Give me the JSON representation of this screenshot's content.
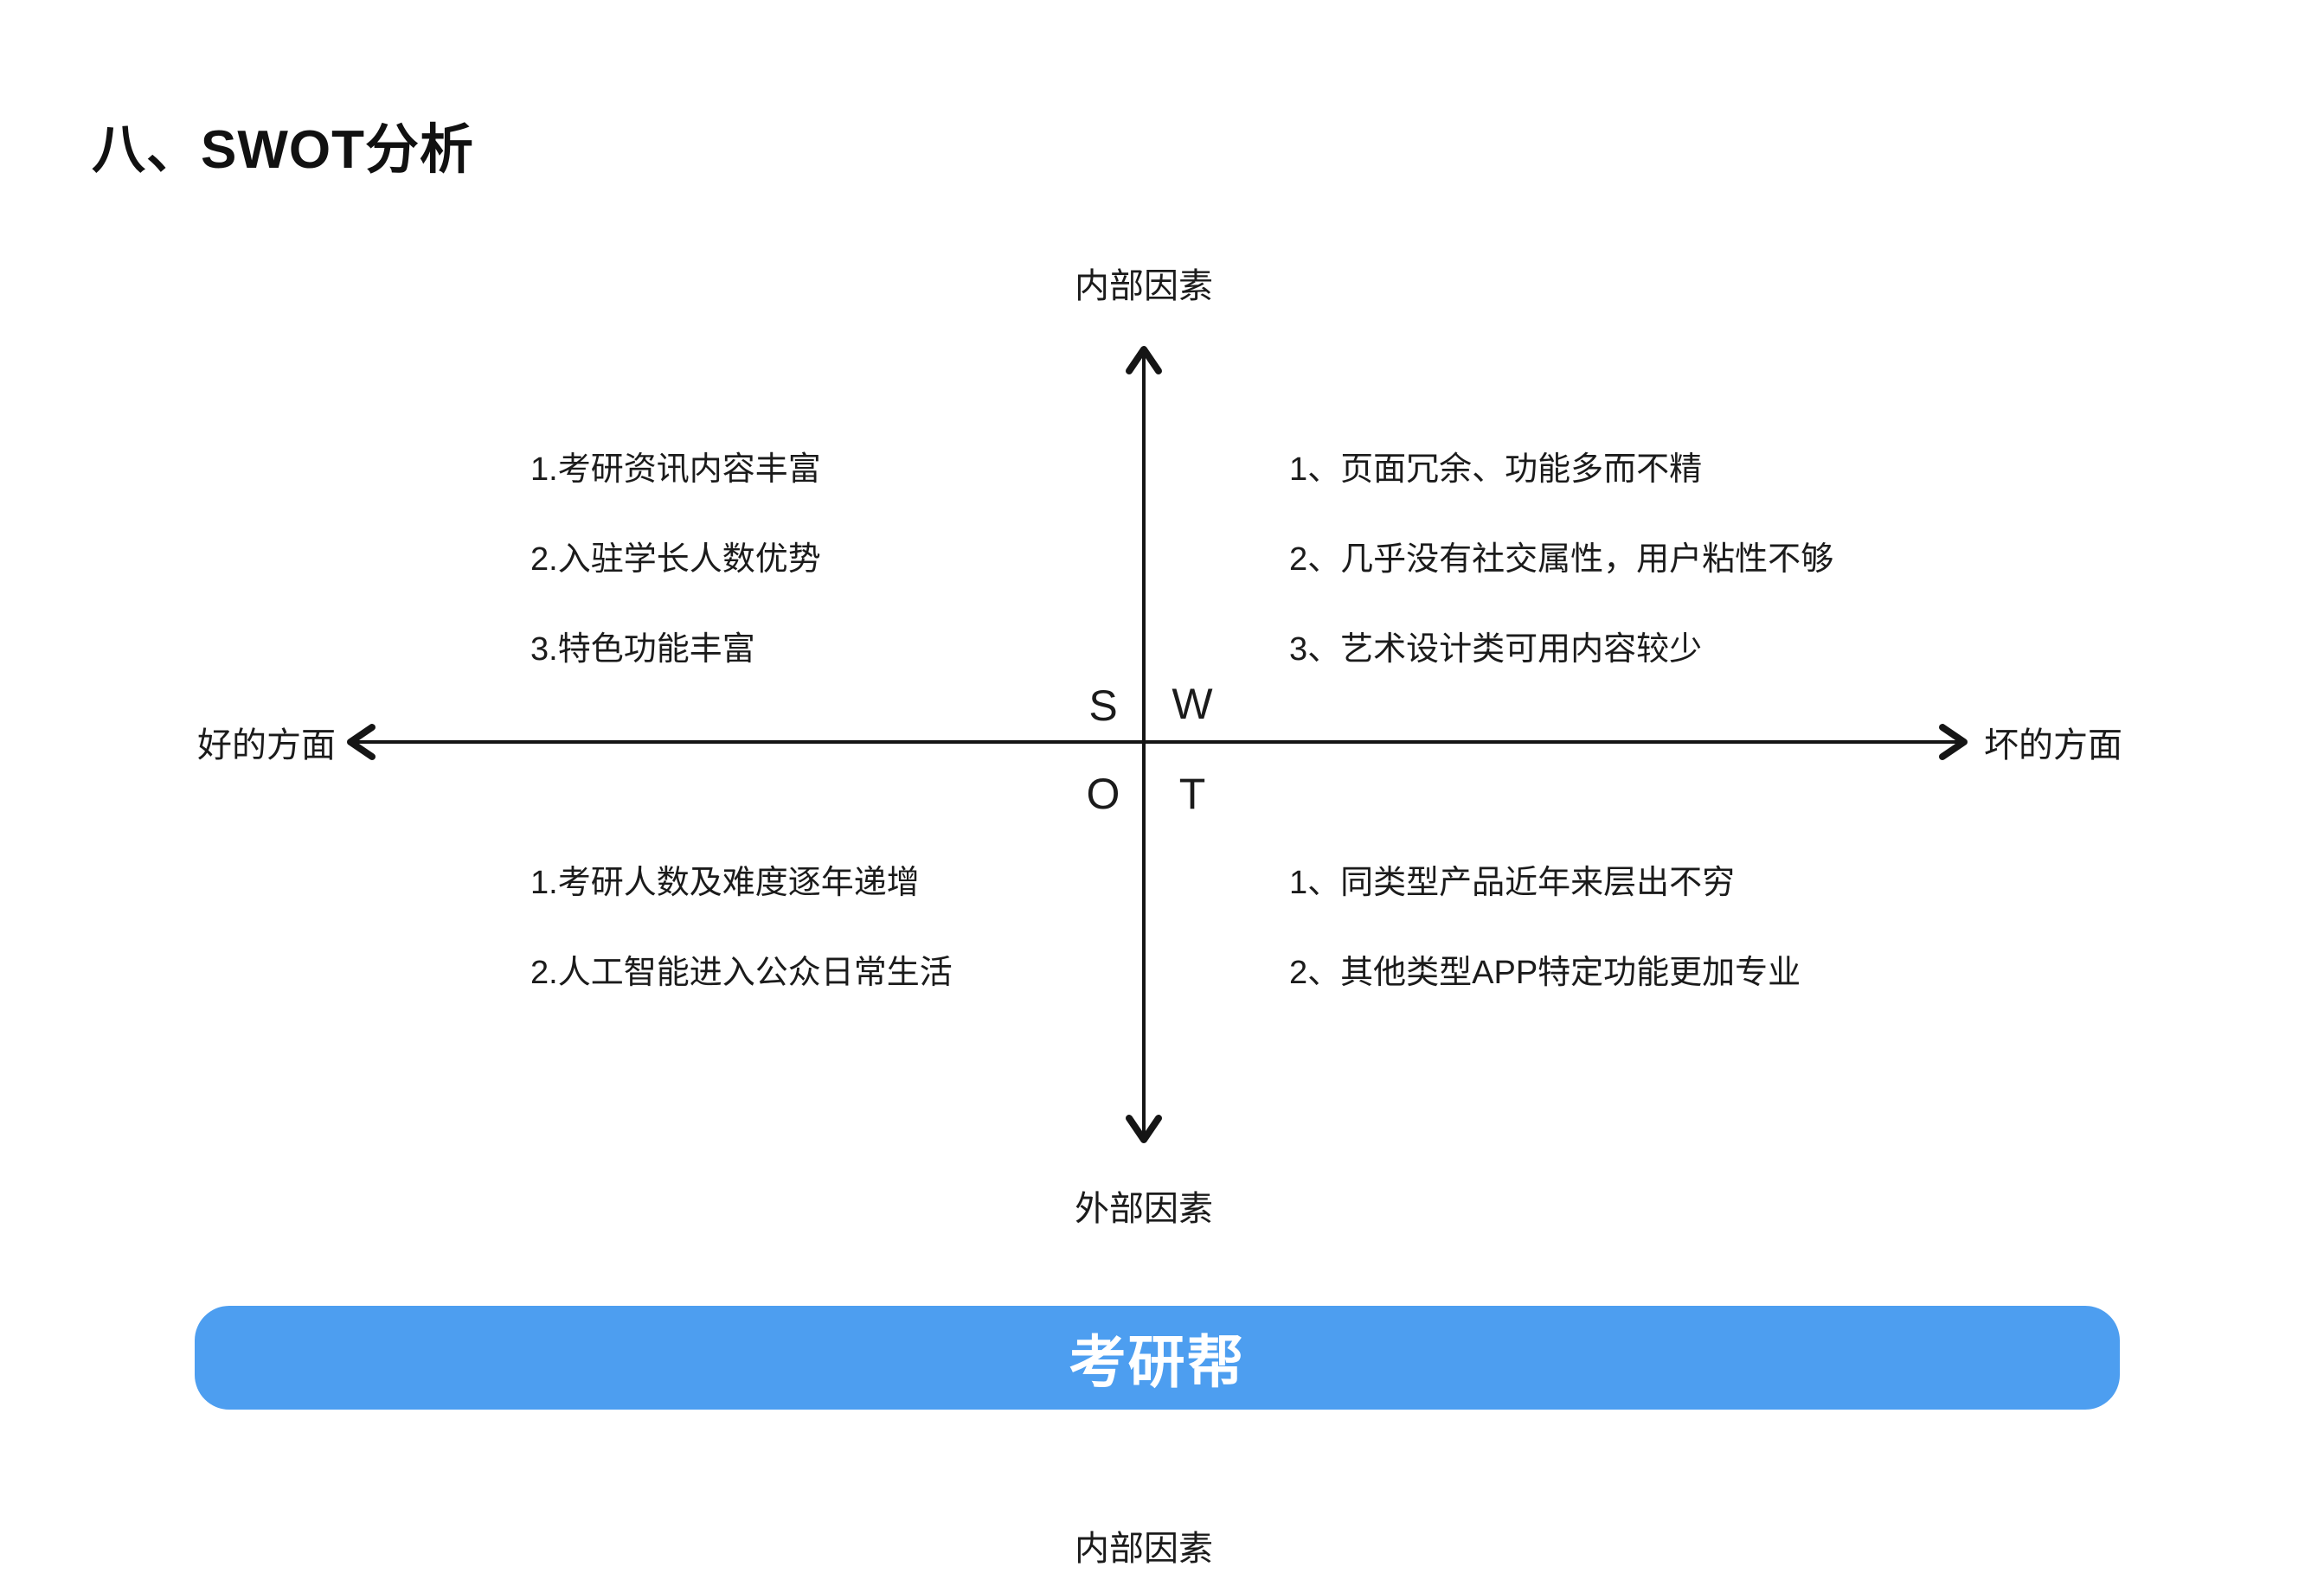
{
  "page": {
    "title": "八、SWOT分析"
  },
  "swot": {
    "axes": {
      "top": "内部因素",
      "bottom": "外部因素",
      "left": "好的方面",
      "right": "坏的方面"
    },
    "letters": {
      "s": "S",
      "w": "W",
      "o": "O",
      "t": "T"
    },
    "strengths": [
      "1.考研资讯内容丰富",
      "2.入驻学长人数优势",
      "3.特色功能丰富"
    ],
    "weaknesses": [
      "1、页面冗余、功能多而不精",
      "2、几乎没有社交属性，用户粘性不够",
      "3、艺术设计类可用内容较少"
    ],
    "opportunities": [
      "1.考研人数及难度逐年递增",
      "2.人工智能进入公众日常生活"
    ],
    "threats": [
      "1、同类型产品近年来层出不穷",
      "2、其他类型APP特定功能更加专业"
    ]
  },
  "banner": {
    "label": "考研帮",
    "color": "#4D9EF0"
  },
  "next_section": {
    "label": "内部因素"
  }
}
